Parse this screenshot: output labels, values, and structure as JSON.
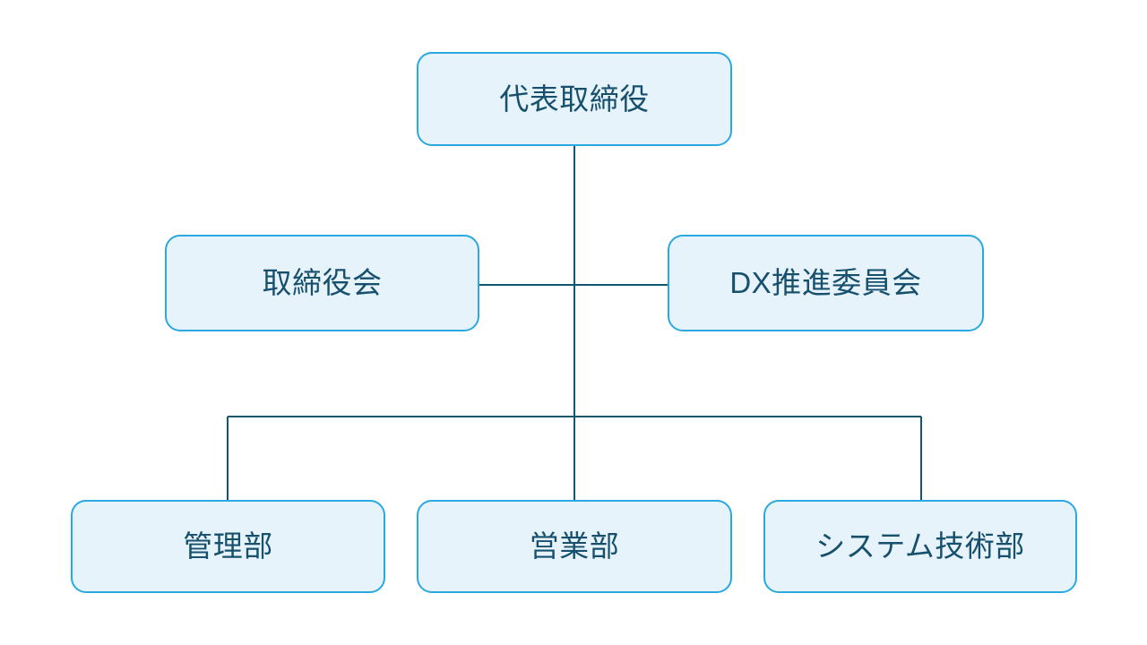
{
  "diagram": {
    "type": "organization-chart",
    "title": "",
    "background_color": "#ffffff",
    "node_fill_color": "#e7f3fb",
    "node_border_color": "#2aa8e0",
    "node_text_color": "#17506d",
    "connector_color": "#14566e",
    "levels": [
      {
        "level": 1,
        "nodes": [
          {
            "id": "ceo",
            "label": "代表取締役"
          }
        ]
      },
      {
        "level": 2,
        "nodes": [
          {
            "id": "board",
            "label": "取締役会"
          },
          {
            "id": "dx",
            "label": "DX推進委員会"
          }
        ]
      },
      {
        "level": 3,
        "nodes": [
          {
            "id": "admin",
            "label": "管理部"
          },
          {
            "id": "sales",
            "label": "営業部"
          },
          {
            "id": "systems",
            "label": "システム技術部"
          }
        ]
      }
    ],
    "connections": [
      {
        "from": "ceo",
        "to": "board"
      },
      {
        "from": "ceo",
        "to": "dx"
      },
      {
        "from": "ceo",
        "to": "admin"
      },
      {
        "from": "ceo",
        "to": "sales"
      },
      {
        "from": "ceo",
        "to": "systems"
      }
    ]
  }
}
